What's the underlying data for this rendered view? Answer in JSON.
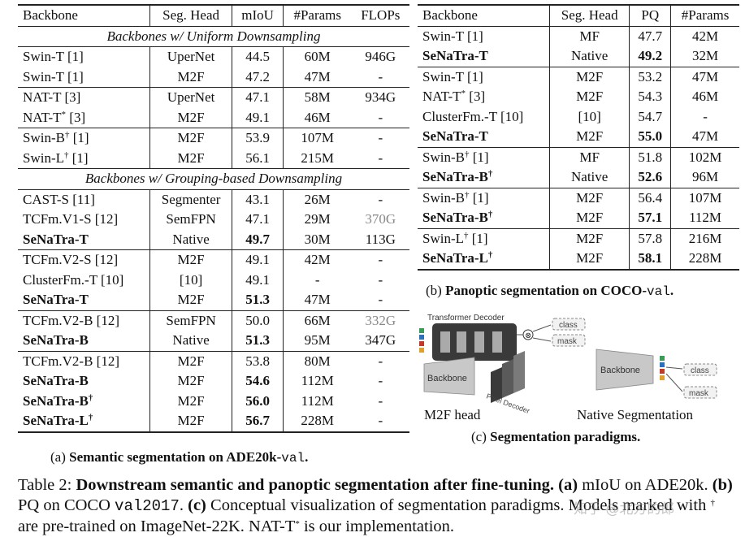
{
  "table_a": {
    "headers": [
      "Backbone",
      "Seg. Head",
      "mIoU",
      "#Params",
      "FLOPs"
    ],
    "section_uniform": "Backbones w/ Uniform Downsampling",
    "section_grouping": "Backbones w/ Grouping-based Downsampling",
    "rows": [
      {
        "backbone": "Swin-T [1]",
        "head": "UperNet",
        "miou": "44.5",
        "params": "60M",
        "flops": "946G"
      },
      {
        "backbone": "Swin-T [1]",
        "head": "M2F",
        "miou": "47.2",
        "params": "47M",
        "flops": "-"
      },
      {
        "backbone": "NAT-T [3]",
        "head": "UperNet",
        "miou": "47.1",
        "params": "58M",
        "flops": "934G"
      },
      {
        "backbone": "NAT-T",
        "sup": "*",
        "ref": " [3]",
        "head": "M2F",
        "miou": "49.1",
        "params": "46M",
        "flops": "-"
      },
      {
        "backbone": "Swin-B",
        "sup": "†",
        "ref": " [1]",
        "head": "M2F",
        "miou": "53.9",
        "params": "107M",
        "flops": "-"
      },
      {
        "backbone": "Swin-L",
        "sup": "†",
        "ref": " [1]",
        "head": "M2F",
        "miou": "56.1",
        "params": "215M",
        "flops": "-"
      },
      {
        "backbone": "CAST-S [11]",
        "head": "Segmenter",
        "miou": "43.1",
        "params": "26M",
        "flops": "-"
      },
      {
        "backbone": "TCFm.V1-S [12]",
        "head": "SemFPN",
        "miou": "47.1",
        "params": "29M",
        "flops": "370G"
      },
      {
        "backbone": "SeNaTra-T",
        "head": "Native",
        "miou": "49.7",
        "params": "30M",
        "flops": "113G"
      },
      {
        "backbone": "TCFm.V2-S [12]",
        "head": "M2F",
        "miou": "49.1",
        "params": "42M",
        "flops": "-"
      },
      {
        "backbone": "ClusterFm.-T [10]",
        "head": "[10]",
        "miou": "49.1",
        "params": "-",
        "flops": "-"
      },
      {
        "backbone": "SeNaTra-T",
        "head": "M2F",
        "miou": "51.3",
        "params": "47M",
        "flops": "-"
      },
      {
        "backbone": "TCFm.V2-B [12]",
        "head": "SemFPN",
        "miou": "50.0",
        "params": "66M",
        "flops": "332G"
      },
      {
        "backbone": "SeNaTra-B",
        "head": "Native",
        "miou": "51.3",
        "params": "95M",
        "flops": "347G"
      },
      {
        "backbone": "TCFm.V2-B [12]",
        "head": "M2F",
        "miou": "53.8",
        "params": "80M",
        "flops": "-"
      },
      {
        "backbone": "SeNaTra-B",
        "head": "M2F",
        "miou": "54.6",
        "params": "112M",
        "flops": "-"
      },
      {
        "backbone": "SeNaTra-B",
        "sup": "†",
        "head": "M2F",
        "miou": "56.0",
        "params": "112M",
        "flops": "-"
      },
      {
        "backbone": "SeNaTra-L",
        "sup": "†",
        "head": "M2F",
        "miou": "56.7",
        "params": "228M",
        "flops": "-"
      }
    ]
  },
  "table_b": {
    "headers": [
      "Backbone",
      "Seg. Head",
      "PQ",
      "#Params"
    ],
    "rows": [
      {
        "backbone": "Swin-T [1]",
        "head": "MF",
        "pq": "47.7",
        "params": "42M"
      },
      {
        "backbone": "SeNaTra-T",
        "head": "Native",
        "pq": "49.2",
        "params": "32M"
      },
      {
        "backbone": "Swin-T [1]",
        "head": "M2F",
        "pq": "53.2",
        "params": "47M"
      },
      {
        "backbone": "NAT-T",
        "sup": "*",
        "ref": " [3]",
        "head": "M2F",
        "pq": "54.3",
        "params": "46M"
      },
      {
        "backbone": "ClusterFm.-T [10]",
        "head": "[10]",
        "pq": "54.7",
        "params": "-"
      },
      {
        "backbone": "SeNaTra-T",
        "head": "M2F",
        "pq": "55.0",
        "params": "47M"
      },
      {
        "backbone": "Swin-B",
        "sup": "†",
        "ref": " [1]",
        "head": "MF",
        "pq": "51.8",
        "params": "102M"
      },
      {
        "backbone": "SeNaTra-B",
        "sup": "†",
        "head": "Native",
        "pq": "52.6",
        "params": "96M"
      },
      {
        "backbone": "Swin-B",
        "sup": "†",
        "ref": " [1]",
        "head": "M2F",
        "pq": "56.4",
        "params": "107M"
      },
      {
        "backbone": "SeNaTra-B",
        "sup": "†",
        "head": "M2F",
        "pq": "57.1",
        "params": "112M"
      },
      {
        "backbone": "Swin-L",
        "sup": "†",
        "ref": " [1]",
        "head": "M2F",
        "pq": "57.8",
        "params": "216M"
      },
      {
        "backbone": "SeNaTra-L",
        "sup": "†",
        "head": "M2F",
        "pq": "58.1",
        "params": "228M"
      }
    ]
  },
  "caption_a": {
    "prefix": "(a) ",
    "bold": "Semantic segmentation on ADE20k-",
    "mono": "val",
    "suffix": "."
  },
  "caption_b": {
    "prefix": "(b) ",
    "bold": "Panoptic segmentation on COCO-",
    "mono": "val",
    "suffix": "."
  },
  "caption_c": {
    "prefix": "(c) ",
    "bold": "Segmentation paradigms."
  },
  "diagram": {
    "transformer_decoder": "Transformer Decoder",
    "backbone": "Backbone",
    "pixel_decoder": "Pixel Decoder",
    "class": "class",
    "mask": "mask",
    "m2f_head": "M2F head",
    "native_segmentation": "Native Segmentation",
    "multiply_symbol": "⊗"
  },
  "table_caption": {
    "label": "Table 2: ",
    "title": "Downstream semantic and panoptic segmentation after fine-tuning.",
    "a_label": "(a)",
    "a_text": " mIoU on ADE20k. ",
    "b_label": "(b)",
    "b_text": " PQ on COCO ",
    "b_mono": "val2017",
    "b_end": ". ",
    "c_label": "(c)",
    "c_text": " Conceptual visualization of segmentation paradigms. Models marked with ",
    "dagger": "†",
    "end_text": " are pre-trained on ImageNet-22K. NAT-T",
    "star": "*",
    "final_text": " is our implementation."
  },
  "watermark": "知乎 @北方的郎",
  "colors": {
    "diagram_dark": "#3a3a3a",
    "diagram_light": "#c8c8c8",
    "accent_green": "#3a9a5a",
    "accent_red": "#c0392b",
    "accent_blue": "#2c6fbf"
  }
}
